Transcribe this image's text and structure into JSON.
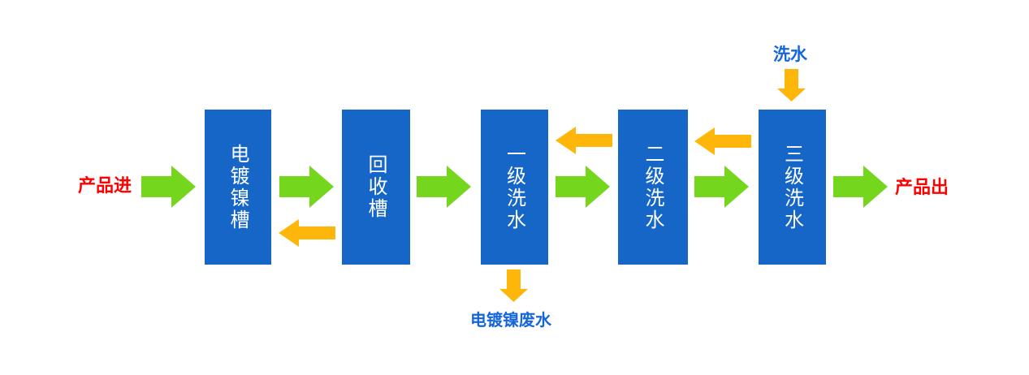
{
  "diagram": {
    "type": "process-flow",
    "subject": "电镀镍漂洗工艺流程",
    "background": "#FFFFFF"
  },
  "colors": {
    "box_blue": "#1666C8",
    "box_text_white": "#FFFFFF",
    "arrow_green": "#75D61E",
    "arrow_orange": "#FFB60B",
    "label_red": "#FF0000",
    "label_blue": "#1565DC"
  },
  "labels": {
    "product_in": "产品进",
    "product_out": "产品出",
    "wash_water_in": "洗水",
    "wastewater_out": "电镀镍废水"
  },
  "stages": [
    {
      "label": "电镀镍槽"
    },
    {
      "label": "回收槽"
    },
    {
      "label": "一级洗水"
    },
    {
      "label": "二级洗水"
    },
    {
      "label": "三级洗水"
    }
  ],
  "flows": [
    {
      "from": "产品进",
      "to": "电镀镍槽",
      "kind": "product-forward",
      "color": "green"
    },
    {
      "from": "电镀镍槽",
      "to": "回收槽",
      "kind": "product-forward",
      "color": "green"
    },
    {
      "from": "回收槽",
      "to": "电镀镍槽",
      "kind": "water-return",
      "color": "orange"
    },
    {
      "from": "回收槽",
      "to": "一级洗水",
      "kind": "product-forward",
      "color": "green"
    },
    {
      "from": "一级洗水",
      "to": "二级洗水",
      "kind": "product-forward",
      "color": "green"
    },
    {
      "from": "二级洗水",
      "to": "一级洗水",
      "kind": "water-return",
      "color": "orange"
    },
    {
      "from": "二级洗水",
      "to": "三级洗水",
      "kind": "product-forward",
      "color": "green"
    },
    {
      "from": "三级洗水",
      "to": "二级洗水",
      "kind": "water-return",
      "color": "orange"
    },
    {
      "from": "三级洗水",
      "to": "产品出",
      "kind": "product-forward",
      "color": "green"
    },
    {
      "from": "洗水",
      "to": "三级洗水",
      "kind": "water-in",
      "color": "orange"
    },
    {
      "from": "一级洗水",
      "to": "电镀镍废水",
      "kind": "wastewater-out",
      "color": "orange"
    }
  ]
}
